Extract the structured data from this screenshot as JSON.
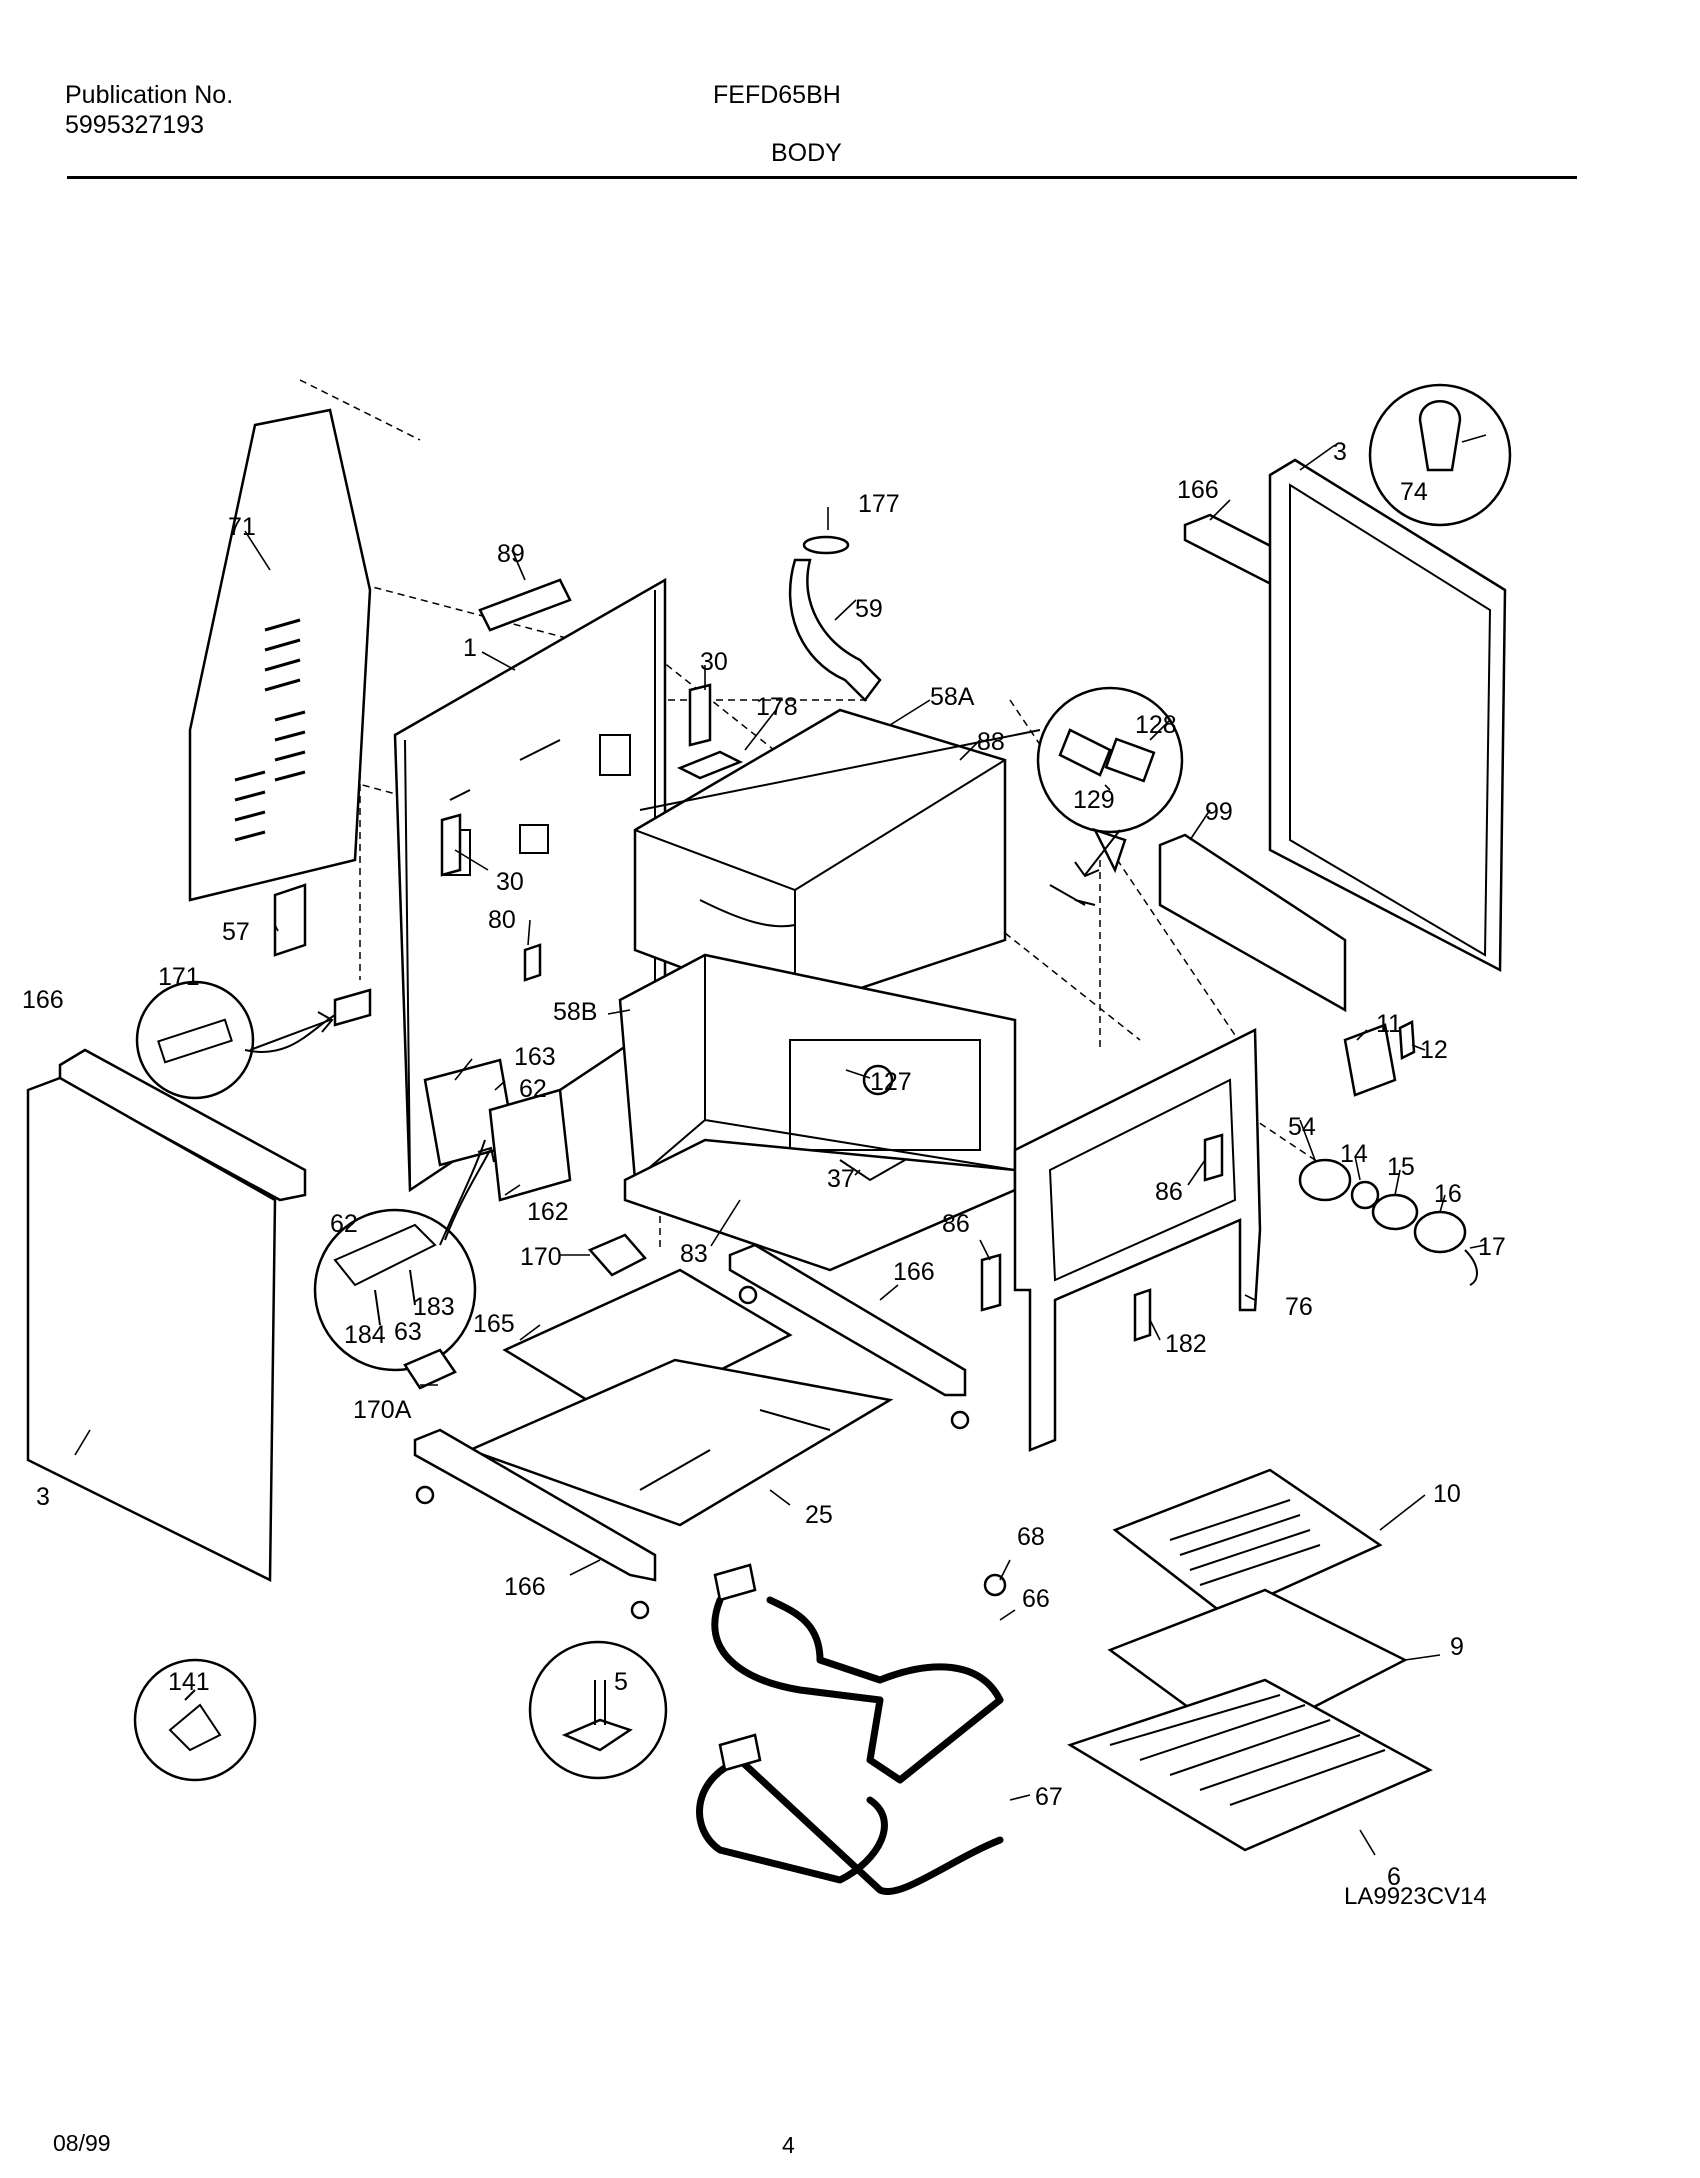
{
  "header": {
    "publication_label": "Publication No.",
    "publication_number": "5995327193",
    "model": "FEFD65BH",
    "section": "BODY"
  },
  "footer": {
    "date": "08/99",
    "page": "4"
  },
  "diagram": {
    "code": "LA9923CV14",
    "callouts": [
      "177",
      "74",
      "3",
      "166",
      "71",
      "89",
      "1",
      "59",
      "30",
      "178",
      "58A",
      "88",
      "128",
      "129",
      "99",
      "30",
      "57",
      "80",
      "171",
      "166",
      "58B",
      "163",
      "62",
      "127",
      "11",
      "12",
      "54",
      "14",
      "15",
      "16",
      "37",
      "86",
      "17",
      "162",
      "62",
      "170",
      "83",
      "86",
      "166",
      "76",
      "183",
      "184",
      "63",
      "165",
      "182",
      "170A",
      "3",
      "25",
      "10",
      "68",
      "166",
      "66",
      "9",
      "5",
      "141",
      "67",
      "6"
    ]
  }
}
